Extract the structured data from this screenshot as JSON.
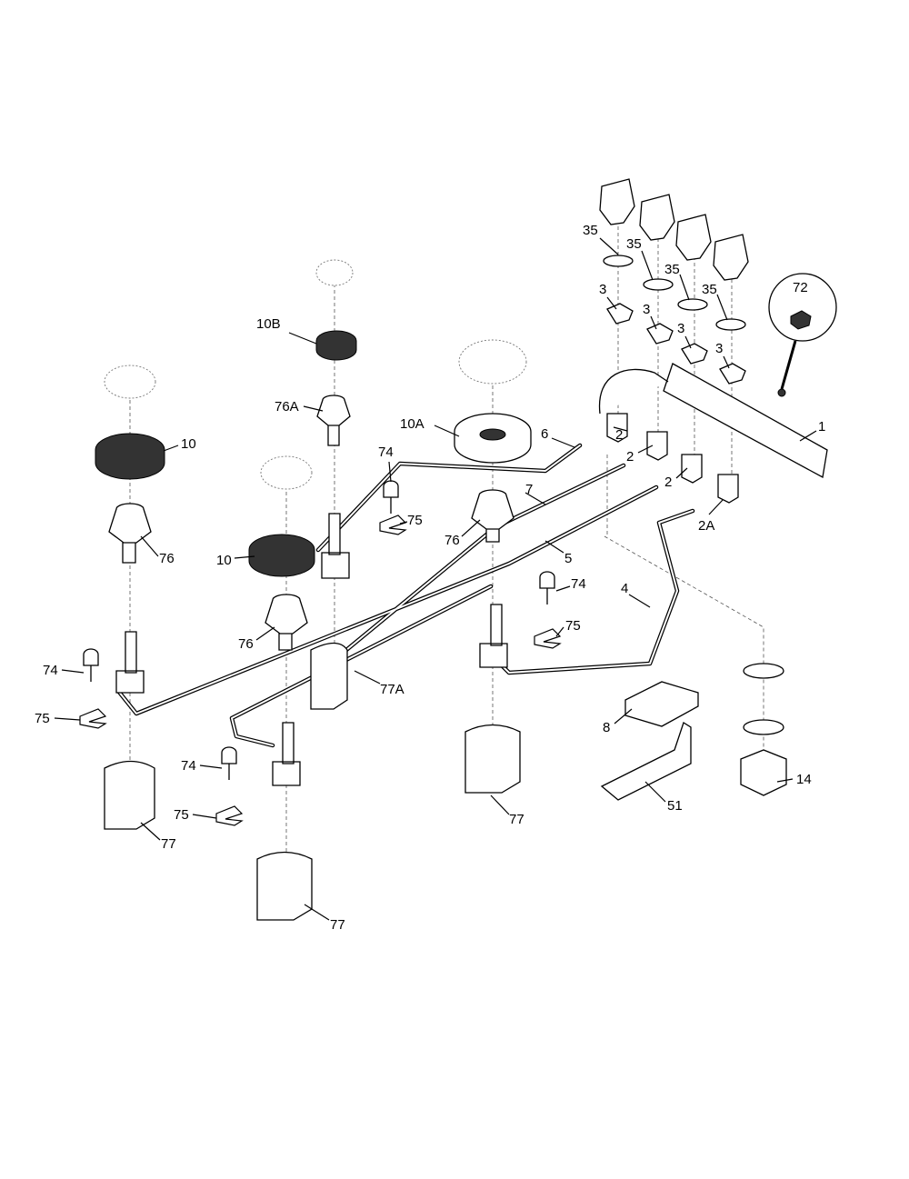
{
  "diagram": {
    "type": "exploded parts diagram - gas cooktop burner and valve assembly",
    "labels": [
      "35",
      "35",
      "35",
      "35",
      "72",
      "3",
      "3",
      "3",
      "3",
      "10B",
      "76A",
      "10A",
      "10",
      "6",
      "1",
      "2",
      "2",
      "2",
      "2A",
      "74",
      "7",
      "75",
      "76",
      "76",
      "10",
      "5",
      "74",
      "4",
      "75",
      "76",
      "74",
      "77A",
      "75",
      "8",
      "74",
      "14",
      "51",
      "75",
      "77",
      "77",
      "77"
    ]
  }
}
